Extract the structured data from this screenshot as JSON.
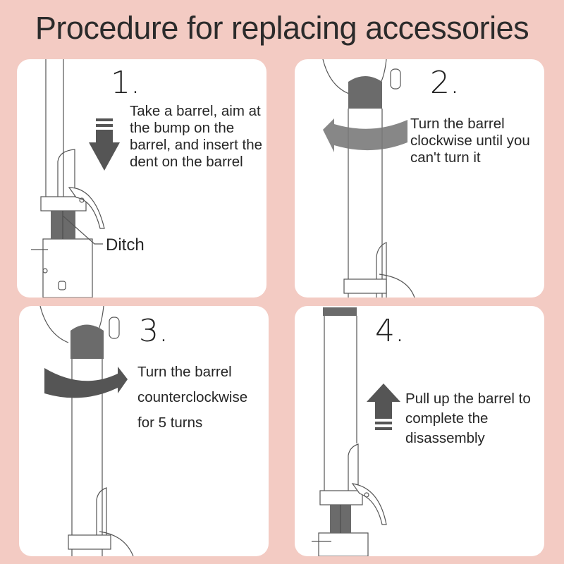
{
  "title": "Procedure for replacing accessories",
  "colors": {
    "background": "#f3cbc3",
    "panel": "#ffffff",
    "arrow": "#555555",
    "text": "#262626"
  },
  "steps": [
    {
      "number": "1.",
      "text": "Take a barrel, aim at the bump on the barrel, and insert the dent on the barrel",
      "label": "Ditch",
      "icon": "arrow-down-icon"
    },
    {
      "number": "2.",
      "text": "Turn the barrel clockwise until you can't turn it",
      "icon": "rotate-clockwise-icon"
    },
    {
      "number": "3.",
      "text": "Turn the barrel counterclockwise for 5 turns",
      "icon": "rotate-counterclockwise-icon"
    },
    {
      "number": "4.",
      "text": "Pull up the barrel to complete the disassembly",
      "icon": "arrow-up-icon"
    }
  ]
}
